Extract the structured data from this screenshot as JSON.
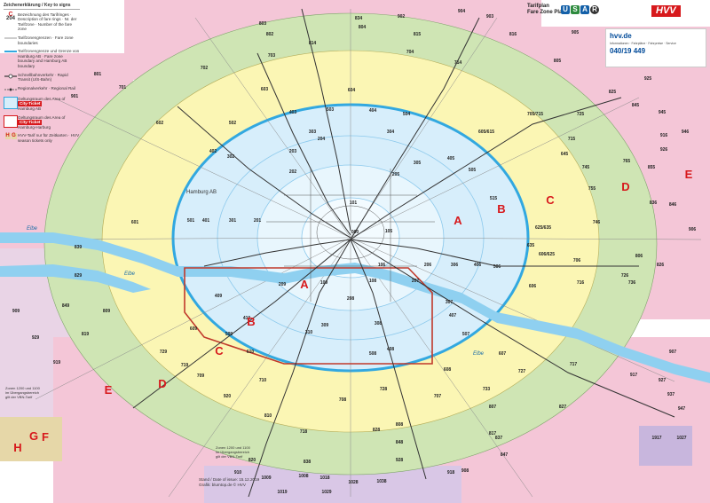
{
  "legend": {
    "title": "Zeichenerklärung / Key to signs",
    "items": [
      {
        "symbol_a": "C",
        "symbol_b": "204",
        "text": "Bezeichnung des Tarifringes · Description of fare rings · Nr. der Tarifzone · Number of the fare zone"
      },
      {
        "text": "Tarifzonengrenzen · Fare zone boundaries"
      },
      {
        "text": "Tarifzonengrenze und Grenze von Hamburg AB · Fare zone boundary and Hamburg AB boundary"
      },
      {
        "text": "Schnellbahnverkehr · Rapid Transit (U/S-Bahn)"
      },
      {
        "text": "Regionalverkehr · Regional Rail"
      },
      {
        "text": "Geltungsraum des Area of",
        "ticket": "City-Ticket",
        "ticket_area": "Hamburg AB"
      },
      {
        "text": "Geltungsraum des Area of",
        "ticket": "City-Ticket",
        "ticket_area": "Hamburg-Harburg"
      },
      {
        "symbol_a": "H",
        "symbol_b": "G",
        "text": "HVV-Tarif nur für Zeitkarten · HVV season tickets only"
      }
    ]
  },
  "header": {
    "title_de": "Tarifplan",
    "title_en": "Fare Zone Plan",
    "usar": [
      "U",
      "S",
      "A",
      "R"
    ],
    "logo": "HVV",
    "site": "hvv.de",
    "site_desc": "Informationen · Fahrpläne · Fahrpreise · Service",
    "phone": "040/19 449"
  },
  "issue": {
    "line1": "Stand / Date of issue:  15.12.2019",
    "line2": "Grafik: blumtop.de © HVV"
  },
  "notes": {
    "bottom_left": "Zonen 1200 und 1100 im Übergangsbereich gilt der VBN-Tarif",
    "bottom_mid": "Zonen 1200 und 1100 im Übergangsbereich gilt der VBN-Tarif"
  },
  "water": {
    "elbe_1": "Elbe",
    "elbe_2": "Elbe",
    "elbe_3": "Elbe"
  },
  "ring_letters": [
    {
      "label": "A",
      "cls": "rl"
    },
    {
      "label": "A",
      "cls": "rl"
    },
    {
      "label": "B",
      "cls": "rl"
    },
    {
      "label": "B",
      "cls": "rl"
    },
    {
      "label": "C",
      "cls": "rl"
    },
    {
      "label": "C",
      "cls": "rl"
    },
    {
      "label": "D",
      "cls": "rl"
    },
    {
      "label": "D",
      "cls": "rl"
    },
    {
      "label": "E",
      "cls": "rl"
    },
    {
      "label": "E",
      "cls": "rl"
    },
    {
      "label": "F",
      "cls": "rl"
    },
    {
      "label": "G",
      "cls": "rl"
    },
    {
      "label": "H",
      "cls": "rl"
    }
  ],
  "zones": [
    "000",
    "101",
    "105",
    "106",
    "108",
    "109",
    "201",
    "202",
    "203",
    "204",
    "205",
    "206",
    "207",
    "208",
    "209",
    "301",
    "302",
    "303",
    "304",
    "305",
    "306",
    "307",
    "308",
    "309",
    "310",
    "401",
    "402",
    "403",
    "404",
    "405",
    "406",
    "407",
    "408",
    "409",
    "410",
    "501",
    "502",
    "503",
    "504",
    "505",
    "506",
    "507",
    "508",
    "509",
    "515",
    "601",
    "602",
    "603",
    "604",
    "605/615",
    "606",
    "607",
    "608",
    "609",
    "610",
    "625/635",
    "635",
    "606/625",
    "645",
    "701",
    "702",
    "703",
    "704",
    "705/715",
    "706",
    "707",
    "708",
    "709",
    "710",
    "714",
    "715",
    "716",
    "717",
    "718",
    "719",
    "725",
    "726",
    "727",
    "728",
    "729",
    "733",
    "736",
    "745",
    "746",
    "755",
    "765",
    "801",
    "802",
    "803",
    "804",
    "805",
    "806",
    "807",
    "808",
    "809",
    "810",
    "814",
    "815",
    "816",
    "817",
    "819",
    "820",
    "825",
    "826",
    "827",
    "828",
    "829",
    "834",
    "836",
    "837",
    "838",
    "839",
    "845",
    "846",
    "847",
    "848",
    "849",
    "855",
    "901",
    "902",
    "903",
    "904",
    "905",
    "906",
    "907",
    "908",
    "909",
    "910",
    "915",
    "916",
    "917",
    "918",
    "919",
    "920",
    "925",
    "926",
    "927",
    "928",
    "929",
    "937",
    "945",
    "946",
    "947",
    "1008",
    "1009",
    "1018",
    "1019",
    "1028",
    "1029",
    "1038",
    "1917",
    "1027"
  ],
  "places": [
    "Hamburg AB"
  ]
}
